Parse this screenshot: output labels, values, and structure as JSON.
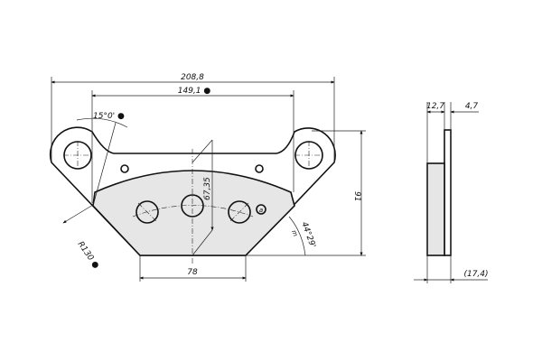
{
  "drawing": {
    "front_view": {
      "overall_width": "208,8",
      "hole_spacing": "149,1 ●",
      "angle_top": "15°0' ●",
      "radius": "R130 ●",
      "height": "91",
      "center_height": "67,35",
      "bottom_width": "78",
      "angle_side": "44°29'",
      "side_mark": "m",
      "label_a": "a"
    },
    "side_view": {
      "friction_thickness": "12,7",
      "plate_thickness": "4,7",
      "total_thickness": "(17,4)"
    },
    "colors": {
      "line": "#111111",
      "friction_fill": "#e6e6e6"
    }
  }
}
